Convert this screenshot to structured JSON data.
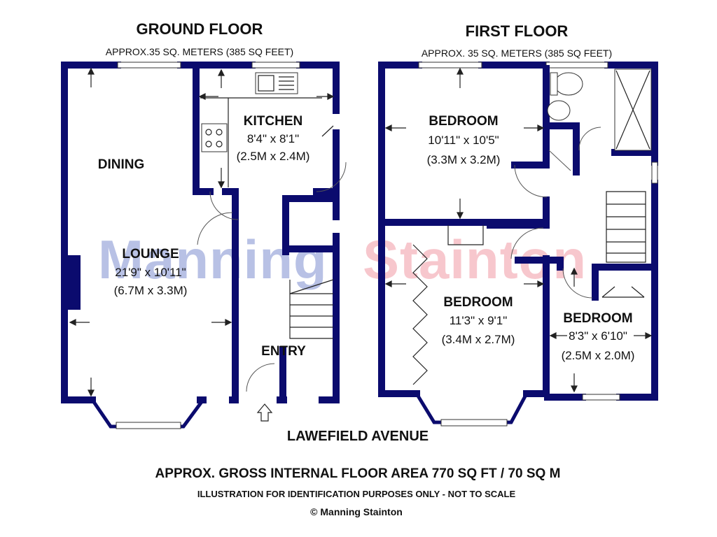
{
  "brand_color": "#0b0b6e",
  "watermark": {
    "part1": "Manning",
    "part2": "Stainton",
    "color1": "#7f8fd0",
    "color2": "#f29aa6"
  },
  "ground_floor": {
    "title": "GROUND FLOOR",
    "approx": "APPROX.35 SQ. METERS (385 SQ FEET)",
    "kitchen": {
      "name": "KITCHEN",
      "dim_imperial": "8'4\" x 8'1\"",
      "dim_metric": "(2.5M x 2.4M)"
    },
    "dining": {
      "name": "DINING"
    },
    "lounge": {
      "name": "LOUNGE",
      "dim_imperial": "21'9\" x 10'11\"",
      "dim_metric": "(6.7M x 3.3M)"
    },
    "entry": {
      "name": "ENTRY"
    }
  },
  "first_floor": {
    "title": "FIRST FLOOR",
    "approx": "APPROX. 35 SQ. METERS (385 SQ FEET)",
    "bedroom1": {
      "name": "BEDROOM",
      "dim_imperial": "10'11\" x 10'5\"",
      "dim_metric": "(3.3M x 3.2M)"
    },
    "bedroom2": {
      "name": "BEDROOM",
      "dim_imperial": "11'3\" x 9'1\"",
      "dim_metric": "(3.4M x 2.7M)"
    },
    "bedroom3": {
      "name": "BEDROOM",
      "dim_imperial": "8'3\" x 6'10\"",
      "dim_metric": "(2.5M x 2.0M)"
    }
  },
  "street": "LAWEFIELD AVENUE",
  "footer": {
    "area": "APPROX. GROSS INTERNAL FLOOR AREA 770 SQ FT / 70 SQ M",
    "disclaimer": "ILLUSTRATION FOR IDENTIFICATION PURPOSES ONLY - NOT TO SCALE",
    "copyright": "© Manning Stainton"
  }
}
